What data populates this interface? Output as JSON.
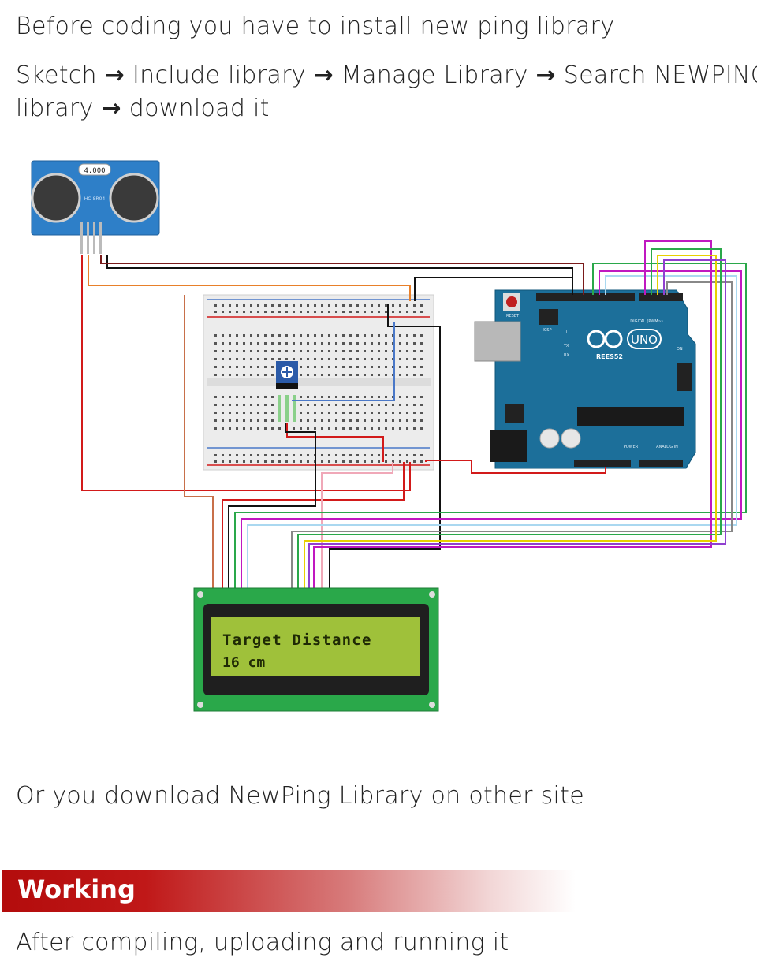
{
  "intro": {
    "line1": "Before coding you have to install new ping library",
    "path_steps": [
      "Sketch",
      "Include library",
      "Manage Library",
      "Search NEWPING",
      "library",
      "download it"
    ],
    "arrow": "→"
  },
  "diagram": {
    "sensor": {
      "badge": "4.000",
      "model": "HC-SR04"
    },
    "arduino": {
      "reset": "RESET",
      "logo": "UNO",
      "brand": "REES52",
      "digital": "DIGITAL (PWM~)",
      "analog": "ANALOG IN",
      "power": "POWER",
      "icsp": "ICSP",
      "pin_on": "ON",
      "tx": "TX",
      "rx": "RX",
      "l": "L"
    },
    "lcd": {
      "line1": "Target Distance",
      "line2": "16 cm"
    },
    "wire_colors": {
      "red": "#d21a1a",
      "black": "#111111",
      "orange": "#e8802a",
      "brown": "#c8704a",
      "blue": "#4a78c8",
      "green": "#2aa84a",
      "magenta": "#c018c0",
      "yellow": "#e8d000",
      "violet": "#9040d0",
      "teal": "#20b0a8",
      "pink": "#f0a8b8",
      "gray": "#888888"
    }
  },
  "outro": {
    "line": "Or you download NewPing Library on other site"
  },
  "section": {
    "title": "Working",
    "color": "#b30c0c"
  },
  "after": {
    "line": "After compiling, uploading and running it"
  }
}
